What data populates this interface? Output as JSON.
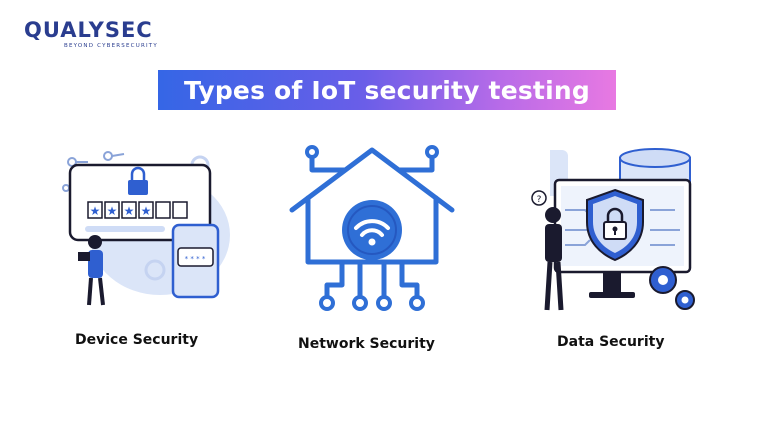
{
  "brand": {
    "name": "QUALYSEC",
    "tagline": "BEYOND CYBERSECURITY",
    "color": "#2a3d8f"
  },
  "title": "Types of IoT security testing",
  "title_gradient": [
    "#3566e6",
    "#6a5ee8",
    "#b86be8",
    "#e879e2"
  ],
  "cards": [
    {
      "label": "Device Security",
      "icon": "device-security-illustration"
    },
    {
      "label": "Network Security",
      "icon": "network-house-wifi-icon"
    },
    {
      "label": "Data Security",
      "icon": "data-security-illustration"
    }
  ],
  "colors": {
    "primary_blue": "#2f6fd6",
    "light_blue": "#cfdcf6",
    "accent_blue": "#2f5fd0",
    "dark": "#1a1a2e"
  }
}
